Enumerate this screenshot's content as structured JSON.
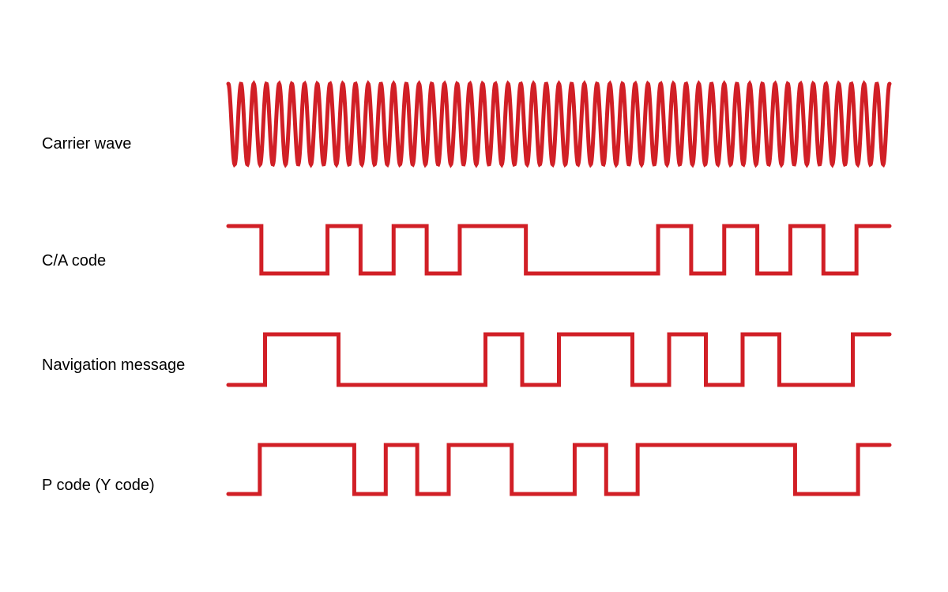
{
  "signal_color": "#d11f26",
  "signals": [
    {
      "id": "carrier",
      "label": "Carrier wave",
      "type": "sine",
      "cycles": 52
    },
    {
      "id": "ca",
      "label": "C/A code",
      "type": "binary",
      "bits": [
        1,
        0,
        0,
        1,
        0,
        1,
        0,
        1,
        1,
        0,
        0,
        0,
        0,
        1,
        0,
        1,
        0,
        1,
        0,
        1
      ]
    },
    {
      "id": "nav",
      "label": "Navigation message",
      "type": "binary",
      "bits": [
        0,
        1,
        1,
        0,
        0,
        0,
        0,
        1,
        0,
        1,
        1,
        0,
        1,
        0,
        1,
        0,
        0,
        1
      ]
    },
    {
      "id": "p",
      "label": "P code (Y code)",
      "type": "binary",
      "bits": [
        0,
        1,
        1,
        1,
        0,
        1,
        0,
        1,
        1,
        0,
        0,
        1,
        0,
        1,
        1,
        1,
        1,
        1,
        0,
        0,
        1
      ]
    }
  ]
}
